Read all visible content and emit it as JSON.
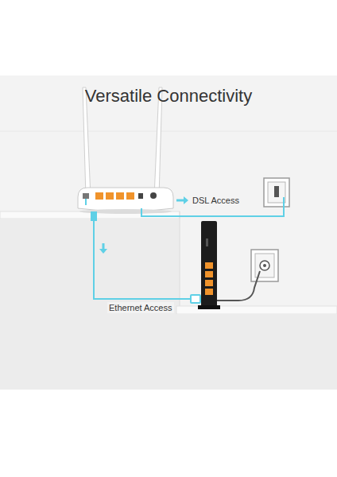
{
  "diagram": {
    "title": "Versatile Connectivity",
    "labels": [
      "DSL Access",
      "Ethernet Access"
    ]
  }
}
